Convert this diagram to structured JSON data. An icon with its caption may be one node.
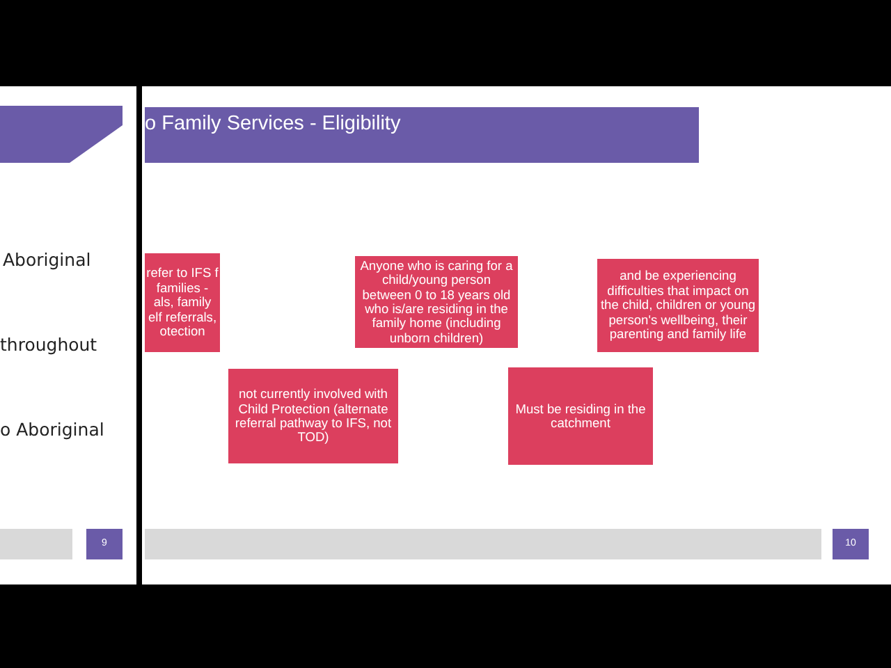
{
  "diagram": {
    "title": "o Family Services - Eligibility",
    "nodes": [
      {
        "text": [
          "refer to IFS f families - als, family elf referrals, otection"
        ]
      },
      {
        "text": [
          "Anyone who is caring for a child/young person between  0 to 18 years old who is/are residing in the family home (including unborn children)"
        ]
      },
      {
        "text": [
          "and be experiencing difficulties that impact on the child, children or young person's wellbeing, their parenting and family life"
        ]
      },
      {
        "text": [
          "not currently involved with Child Protection (alternate referral pathway to IFS, not TOD)"
        ]
      },
      {
        "text": [
          "Must be residing in the catchment"
        ]
      },
      {
        "text": [
          "9"
        ]
      },
      {
        "text": [
          "10"
        ]
      }
    ],
    "labels": [
      "Aboriginal",
      "throughout",
      "o Aboriginal"
    ]
  }
}
